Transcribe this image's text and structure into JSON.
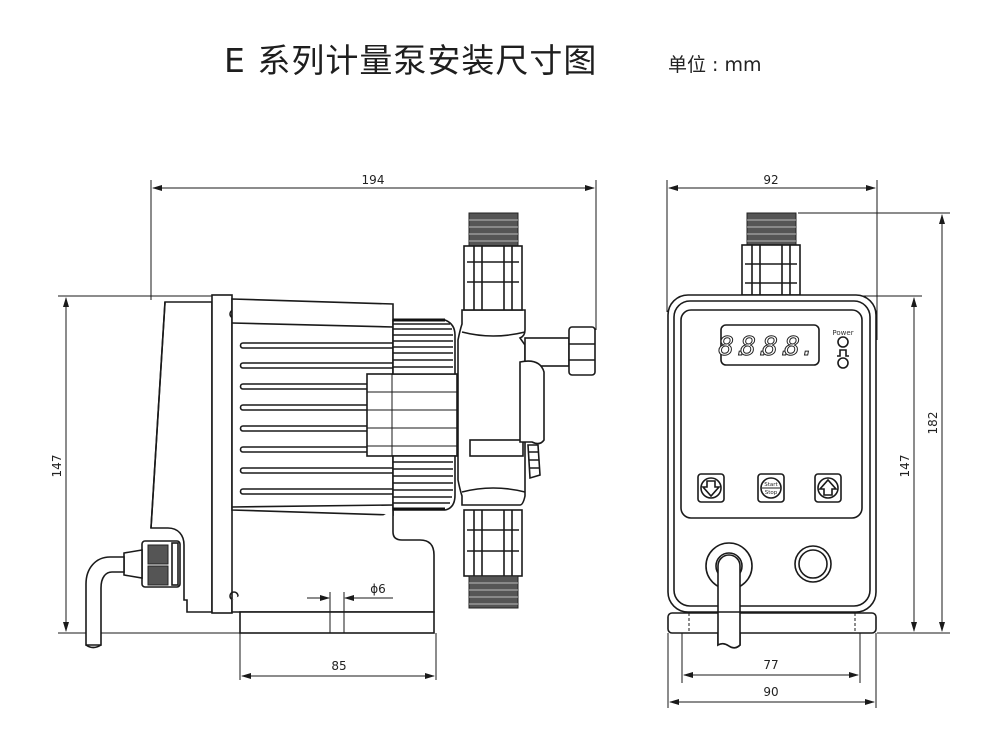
{
  "title": "E 系列计量泵安装尺寸图",
  "unit_label": "单位 : mm",
  "side_view": {
    "dimensions": {
      "overall_length": "194",
      "height": "147",
      "base_length": "85",
      "hole_diameter": "ϕ6"
    }
  },
  "front_view": {
    "dimensions": {
      "width": "92",
      "body_height": "147",
      "overall_height": "182",
      "base_hole_spacing": "77",
      "base_width": "90"
    },
    "display_readout": "8.8.8.8.",
    "power_label": "Power",
    "buttons": [
      {
        "name": "down",
        "icon": "arrow-down-icon"
      },
      {
        "name": "start-stop",
        "label_top": "Start",
        "label_bottom": "Stop"
      },
      {
        "name": "up",
        "icon": "arrow-up-icon"
      }
    ]
  }
}
